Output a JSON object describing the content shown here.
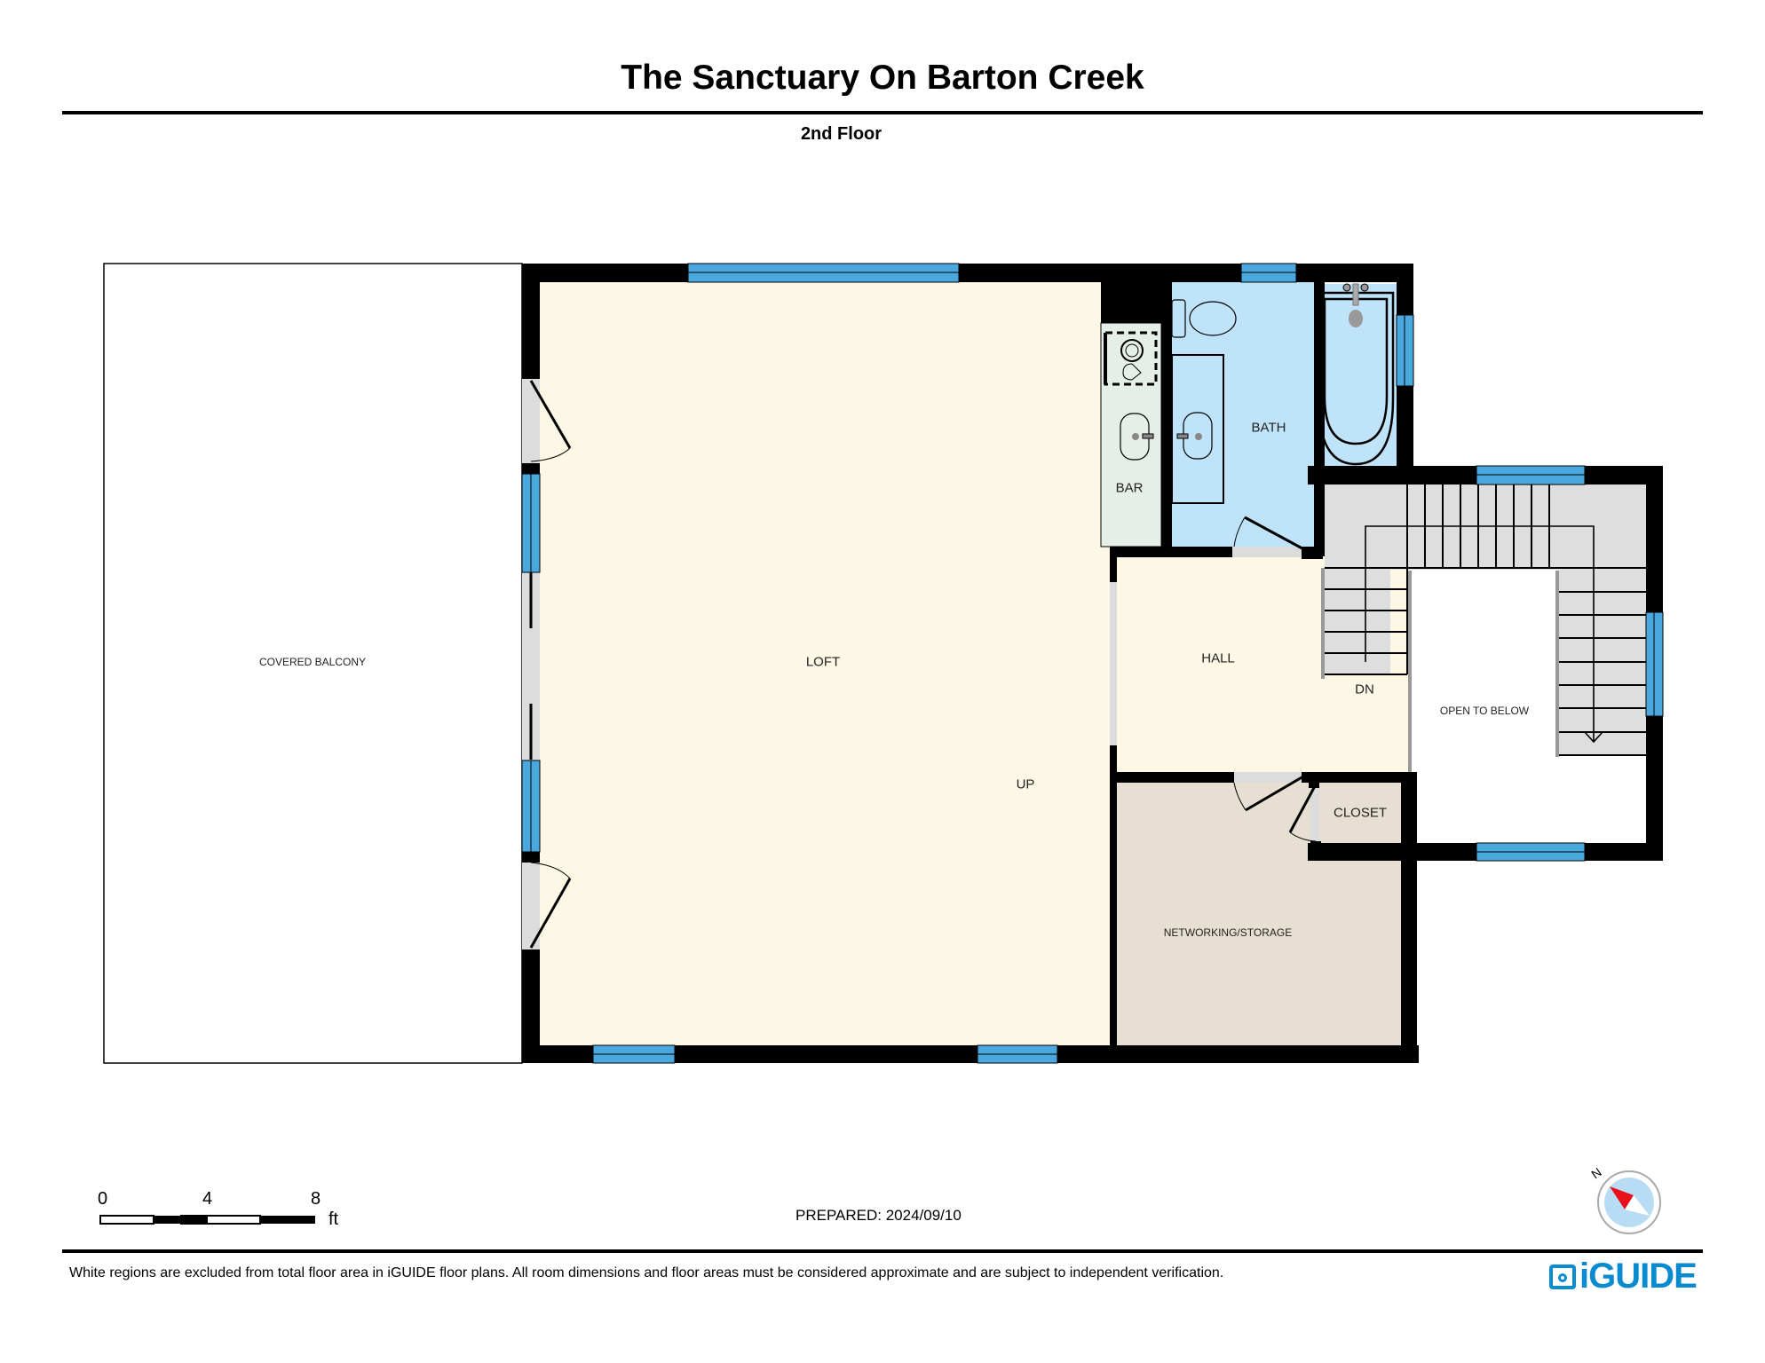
{
  "header": {
    "title": "The Sanctuary On Barton Creek",
    "floor": "2nd Floor"
  },
  "rooms": {
    "covered_balcony": "COVERED BALCONY",
    "loft": "LOFT",
    "up": "UP",
    "bar": "BAR",
    "bath": "BATH",
    "hall": "HALL",
    "dn": "DN",
    "open_to_below": "OPEN TO BELOW",
    "closet": "CLOSET",
    "networking_storage": "NETWORKING/STORAGE"
  },
  "scale_bar": {
    "ticks": [
      "0",
      "4",
      "8"
    ],
    "unit": "ft"
  },
  "compass": {
    "north_label": "N",
    "icon": "compass-icon"
  },
  "footer": {
    "prepared": "PREPARED: 2024/09/10",
    "disclaimer": "White regions are excluded from total floor area in iGUIDE floor plans. All room dimensions and floor areas must be considered approximate and are subject to independent verification.",
    "logo": "iGUIDE"
  },
  "colors": {
    "wall": "#000000",
    "window": "#4aa8de",
    "loft_hall": "#fdf7e6",
    "bath": "#bfe3f8",
    "bar": "#e6eee8",
    "storage": "#e6dfd2",
    "stairs": "#dedede",
    "opening": "#dcdcdc",
    "logo": "#0a8bd0",
    "compass_red": "#e8101a",
    "compass_blue": "#b9dcf5"
  }
}
